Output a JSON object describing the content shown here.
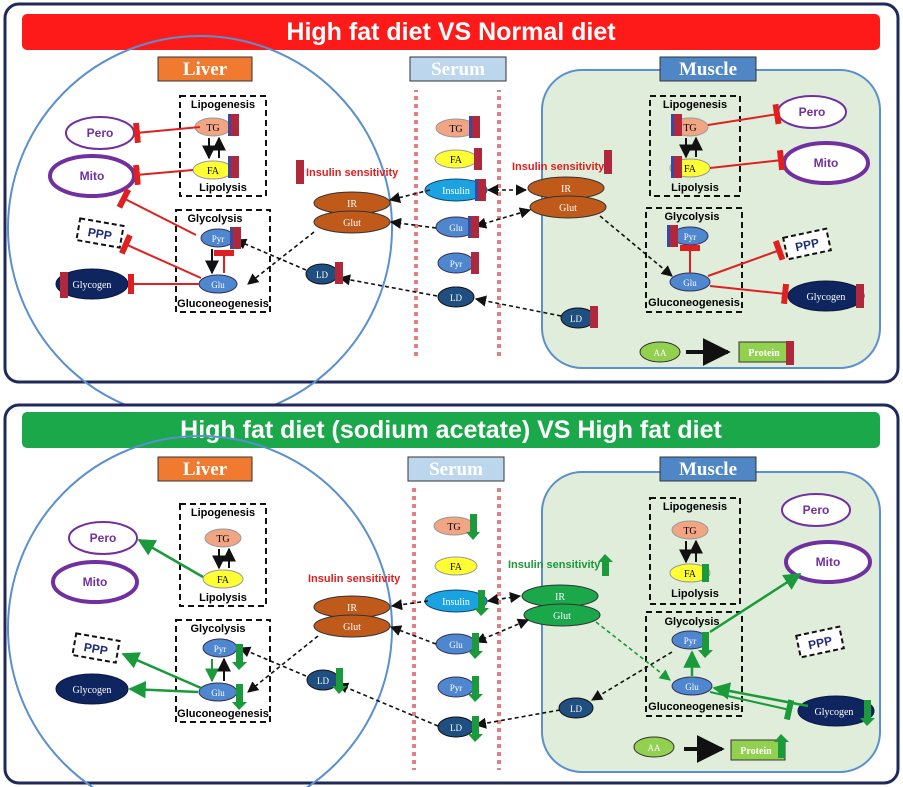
{
  "panels": [
    {
      "title": "High fat diet VS Normal diet",
      "title_color": "#ff1a1a",
      "liver": {
        "label": "Liver",
        "lipogenesis": "Lipogenesis",
        "lipolysis": "Lipolysis",
        "glycolysis": "Glycolysis",
        "gluconeogenesis": "Gluconeogenesis",
        "tg": "TG",
        "fa": "FA",
        "pyr": "Pyr",
        "glu": "Glu",
        "pero": "Pero",
        "mito": "Mito",
        "ppp": "PPP",
        "glycogen": "Glycogen",
        "ir": "IR",
        "glut": "Glut",
        "ld": "LD",
        "insulin_sensitivity": "Insulin sensitivity"
      },
      "serum": {
        "label": "Serum",
        "tg": "TG",
        "fa": "FA",
        "insulin": "Insulin",
        "glu": "Glu",
        "pyr": "Pyr",
        "ld": "LD"
      },
      "muscle": {
        "label": "Muscle",
        "lipogenesis": "Lipogenesis",
        "lipolysis": "Lipolysis",
        "glycolysis": "Glycolysis",
        "gluconeogenesis": "Gluconeogenesis",
        "tg": "TG",
        "fa": "FA",
        "pyr": "Pyr",
        "glu": "Glu",
        "pero": "Pero",
        "mito": "Mito",
        "ppp": "PPP",
        "glycogen": "Glycogen",
        "ir": "IR",
        "glut": "Glut",
        "ld": "LD",
        "aa": "AA",
        "protein": "Protein",
        "insulin_sensitivity": "Insulin sensitivity"
      }
    },
    {
      "title": "High fat diet (sodium acetate) VS High fat diet",
      "title_color": "#1aa84a",
      "liver": {
        "label": "Liver",
        "lipogenesis": "Lipogenesis",
        "lipolysis": "Lipolysis",
        "glycolysis": "Glycolysis",
        "gluconeogenesis": "Gluconeogenesis",
        "tg": "TG",
        "fa": "FA",
        "pyr": "Pyr",
        "glu": "Glu",
        "pero": "Pero",
        "mito": "Mito",
        "ppp": "PPP",
        "glycogen": "Glycogen",
        "ir": "IR",
        "glut": "Glut",
        "ld": "LD",
        "insulin_sensitivity": "Insulin sensitivity"
      },
      "serum": {
        "label": "Serum",
        "tg": "TG",
        "fa": "FA",
        "insulin": "Insulin",
        "glu": "Glu",
        "pyr": "Pyr",
        "ld": "LD"
      },
      "muscle": {
        "label": "Muscle",
        "lipogenesis": "Lipogenesis",
        "lipolysis": "Lipolysis",
        "glycolysis": "Glycolysis",
        "gluconeogenesis": "Gluconeogenesis",
        "tg": "TG",
        "fa": "FA",
        "pyr": "Pyr",
        "glu": "Glu",
        "pero": "Pero",
        "mito": "Mito",
        "ppp": "PPP",
        "glycogen": "Glycogen",
        "ir": "IR",
        "glut": "Glut",
        "ld": "LD",
        "aa": "AA",
        "protein": "Protein",
        "insulin_sensitivity": "Insulin sensitivity"
      }
    }
  ],
  "colors": {
    "up_down_red": "#b0283c",
    "up_green": "#1a9a3a",
    "inhibit": "#e02020",
    "activate_green": "#1a9a3a",
    "liver_label": "#f07a30",
    "serum_label": "#bcd6ee",
    "muscle_label": "#4f86c6"
  }
}
